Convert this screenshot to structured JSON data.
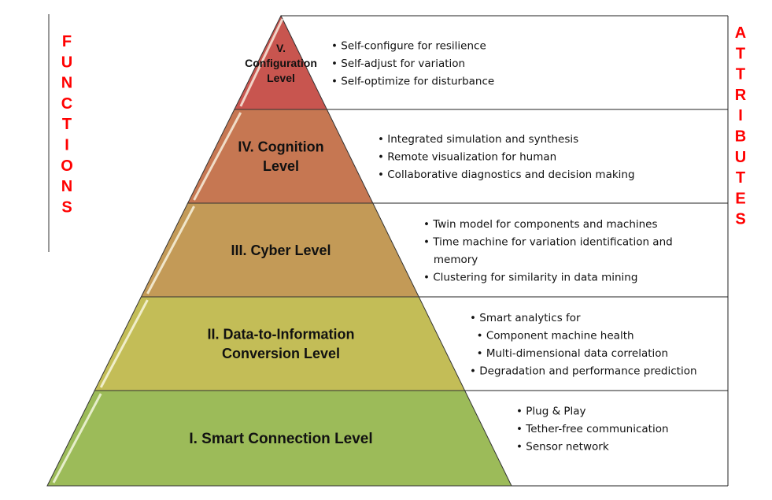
{
  "functions_label": [
    "F",
    "U",
    "N",
    "C",
    "T",
    "I",
    "O",
    "N",
    "S"
  ],
  "attributes_label": [
    "A",
    "T",
    "T",
    "R",
    "I",
    "B",
    "U",
    "T",
    "E",
    "S"
  ],
  "levels": [
    {
      "title_lines": [
        "V.",
        "Configuration",
        "Level"
      ],
      "color": "#c8554f",
      "attributes": [
        "• Self-configure for resilience",
        "• Self-adjust for variation",
        "• Self-optimize for disturbance"
      ]
    },
    {
      "title_lines": [
        "IV. Cognition",
        "Level"
      ],
      "color": "#c67752",
      "attributes": [
        "• Integrated simulation and synthesis",
        "• Remote visualization for human",
        "• Collaborative diagnostics and decision making"
      ]
    },
    {
      "title_lines": [
        "III. Cyber Level"
      ],
      "color": "#c39a57",
      "attributes": [
        "• Twin model for components and machines",
        "• Time machine for variation identification and",
        "   memory",
        "• Clustering for similarity in data mining"
      ]
    },
    {
      "title_lines": [
        "II. Data-to-Information",
        "Conversion Level"
      ],
      "color": "#c3bd57",
      "attributes": [
        "• Smart analytics for",
        "  • Component machine health",
        "  • Multi-dimensional data correlation",
        "• Degradation and performance prediction"
      ]
    },
    {
      "title_lines": [
        "I. Smart Connection Level"
      ],
      "color": "#9cbb59",
      "attributes": [
        "• Plug & Play",
        "• Tether-free communication",
        "• Sensor network"
      ]
    }
  ]
}
